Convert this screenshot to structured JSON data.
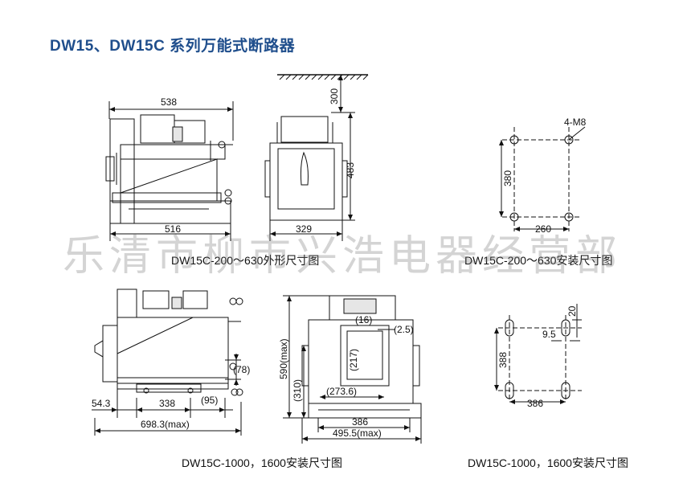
{
  "title": "DW15、DW15C 系列万能式断路器",
  "watermark": "乐清市柳市兴浩电器经营部",
  "captions": {
    "top_left": "DW15C-200～630外形尺寸图",
    "top_right": "DW15C-200～630安装尺寸图",
    "bottom_left": "DW15C-1000，1600安装尺寸图",
    "bottom_right": "DW15C-1000，1600安装尺寸图"
  },
  "dimensions": {
    "d538": "538",
    "d516": "516",
    "d300": "300",
    "d483": "483",
    "d329": "329",
    "m8": "4-M8",
    "d380": "380",
    "d260": "260",
    "d78": "(78)",
    "d54_3": "54.3",
    "d338": "338",
    "d95": "(95)",
    "d698": "698.3(max)",
    "d590": "590(max)",
    "d310": "(310)",
    "d16": "(16)",
    "d2_5": "(2.5)",
    "d217": "(217)",
    "d273": "(273.6)",
    "d386a": "386",
    "d495": "495.5(max)",
    "d20": "20",
    "d9_5": "9.5",
    "d388": "388",
    "d386b": "386"
  }
}
